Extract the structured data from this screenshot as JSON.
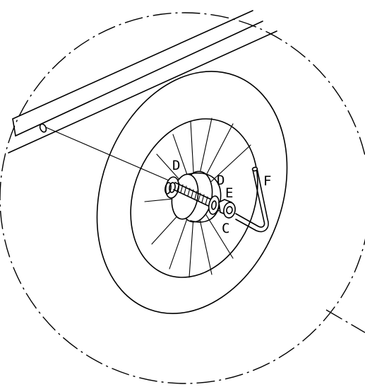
{
  "diagram": {
    "labels": {
      "d": "D",
      "e": "E",
      "e_prefix": "D",
      "f": "F",
      "c": "C"
    }
  }
}
